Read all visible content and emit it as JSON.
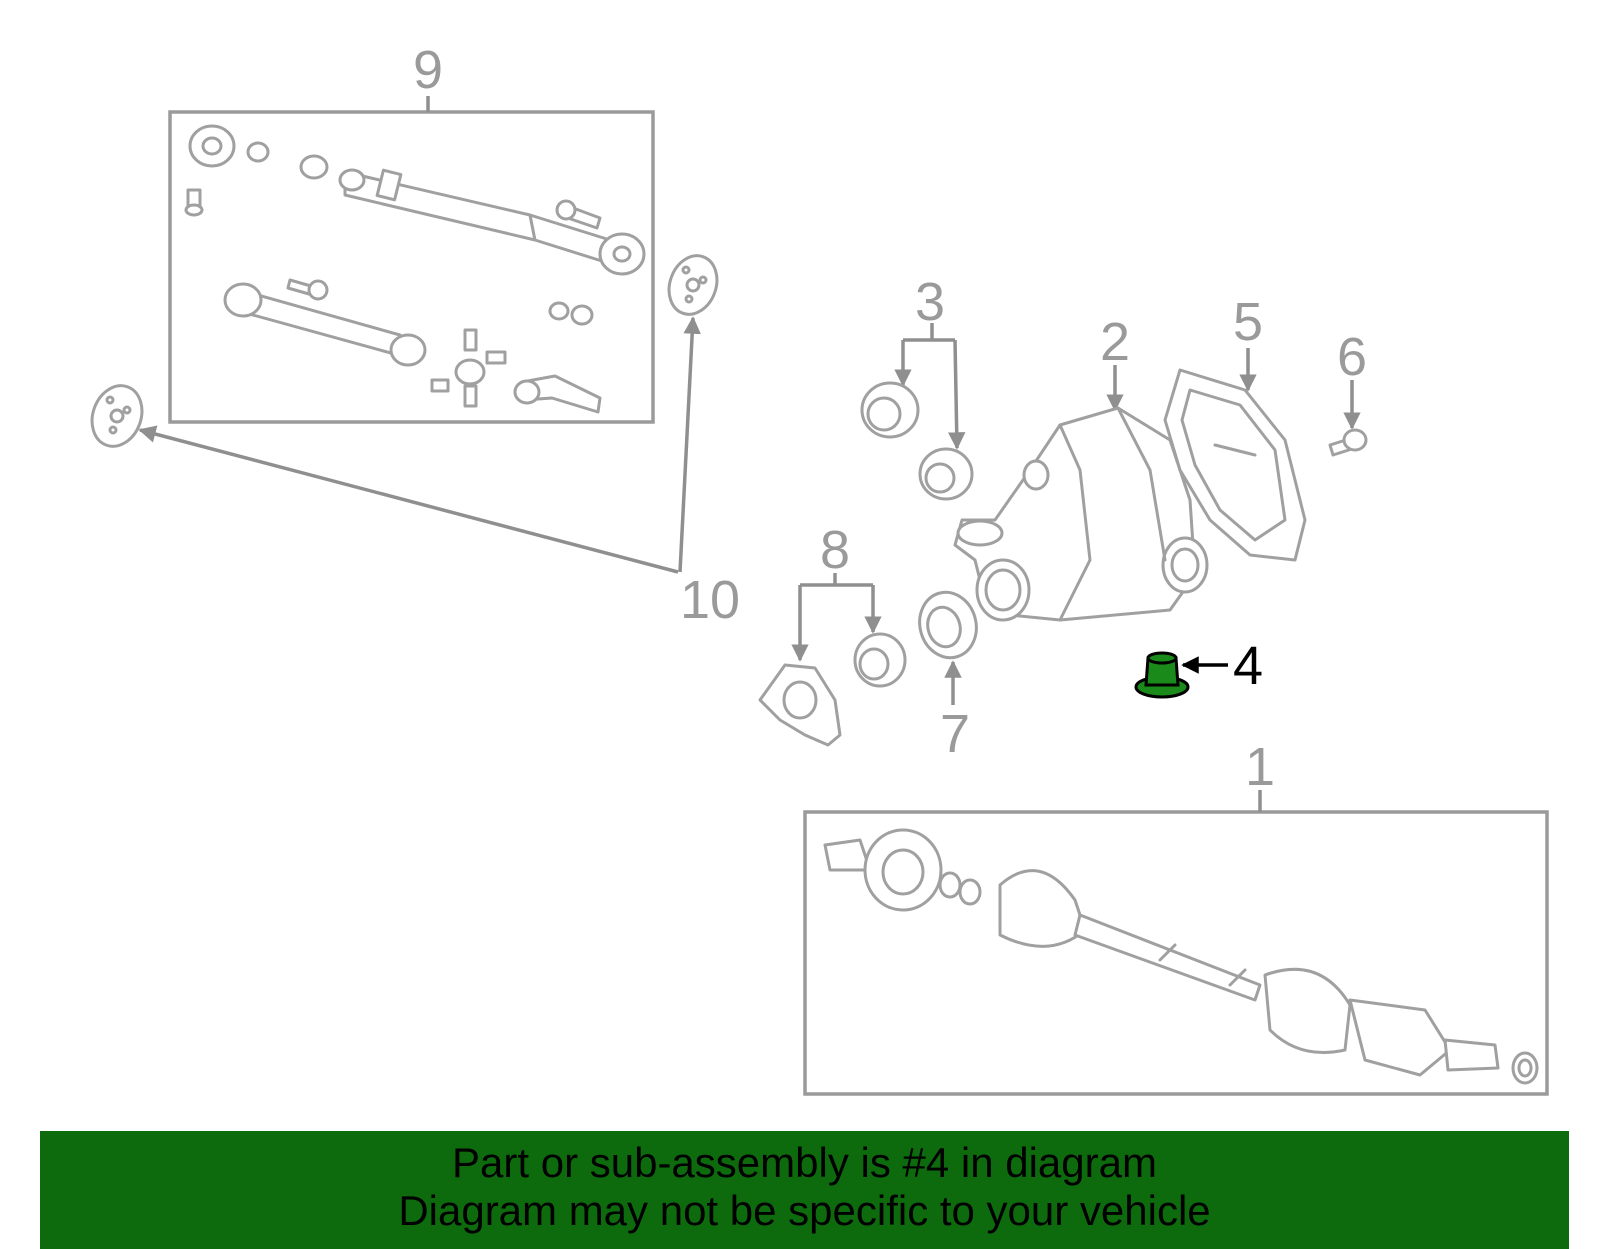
{
  "colors": {
    "banner_bg": "#0d6b0d",
    "highlight_part": "#1a8a1a",
    "line_gray": "#a0a0a0",
    "background": "#ffffff"
  },
  "callouts": {
    "c1": "1",
    "c2": "2",
    "c3": "3",
    "c4": "4",
    "c5": "5",
    "c6": "6",
    "c7": "7",
    "c8": "8",
    "c9": "9",
    "c10": "10"
  },
  "highlighted_part": "4",
  "banner": {
    "line1": "Part or sub-assembly is #4 in diagram",
    "line2": "Diagram may not be specific to your vehicle"
  }
}
